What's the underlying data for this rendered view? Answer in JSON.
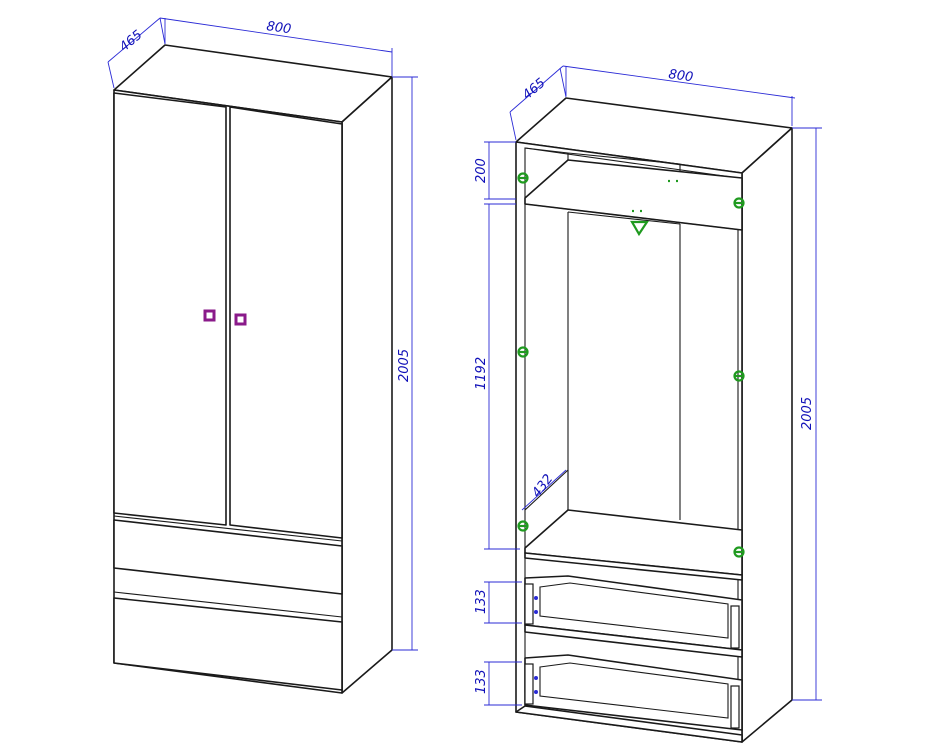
{
  "colors": {
    "dimension": "#2b2bd6",
    "handle": "#8a1a8a",
    "hinge": "#1f9a1f",
    "outline": "#1a1a1a"
  },
  "closed_view": {
    "depth": "465",
    "width": "800",
    "height": "2005"
  },
  "open_view": {
    "depth": "465",
    "width": "800",
    "height": "2005",
    "top_shelf_height": "200",
    "hanging_height": "1192",
    "inner_depth": "432",
    "drawer1_height": "133",
    "drawer2_height": "133"
  }
}
